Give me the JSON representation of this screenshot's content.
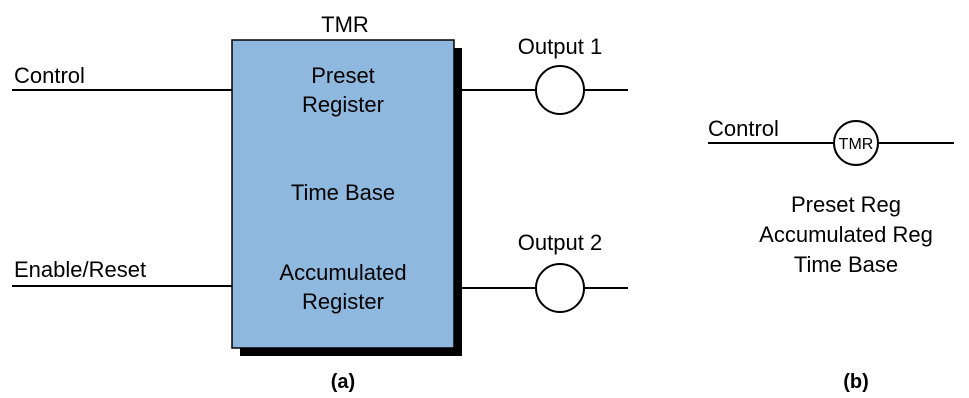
{
  "diagram": {
    "block": {
      "title": "TMR",
      "preset_line1": "Preset",
      "preset_line2": "Register",
      "time_base": "Time Base",
      "accum_line1": "Accumulated",
      "accum_line2": "Register",
      "fill_color": "#8fb8df",
      "shadow_color": "#000000"
    },
    "inputs": {
      "control": "Control",
      "enable_reset": "Enable/Reset"
    },
    "outputs": {
      "output1": "Output 1",
      "output2": "Output 2"
    },
    "caption_a": "(a)",
    "symbol": {
      "control": "Control",
      "coil_label": "TMR",
      "line1": "Preset Reg",
      "line2": "Accumulated Reg",
      "line3": "Time Base"
    },
    "caption_b": "(b)"
  }
}
